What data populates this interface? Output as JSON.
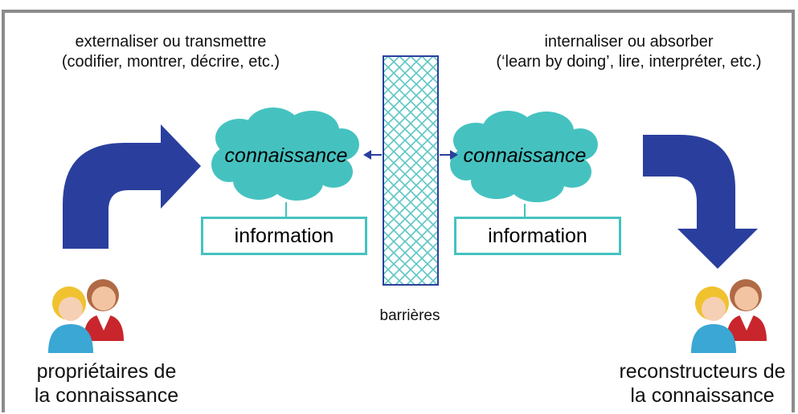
{
  "left_caption": {
    "line1": "externaliser ou transmettre",
    "line2": "(codifier, montrer, décrire, etc.)"
  },
  "right_caption": {
    "line1": "internaliser ou absorber",
    "line2": "(‘learn by doing’, lire, interpréter, etc.)"
  },
  "left_cloud": {
    "label": "connaissance"
  },
  "right_cloud": {
    "label": "connaissance"
  },
  "left_info": {
    "label": "information"
  },
  "right_info": {
    "label": "information"
  },
  "barrier": {
    "label": "barrières"
  },
  "owners": {
    "line1": "propriétaires de",
    "line2": "la connaissance"
  },
  "rebuilders": {
    "line1": "reconstructeurs de",
    "line2": "la connaissance"
  },
  "colors": {
    "arrow": "#2a3f9d",
    "cloud": "#45c2c0",
    "info_border": "#45c2c0",
    "barrier_border": "#2a3f9d",
    "barrier_pattern": "#5fc6c4",
    "frame": "#8c8c8c"
  }
}
